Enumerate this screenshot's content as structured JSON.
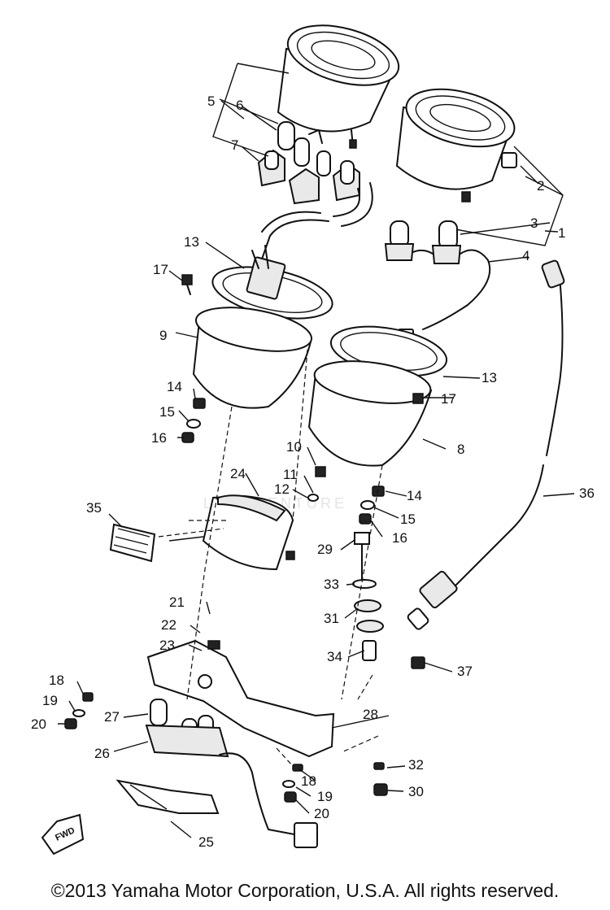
{
  "copyright": "©2013 Yamaha Motor Corporation, U.S.A. All rights reserved.",
  "watermark": "LEADVENTURE",
  "fwd_mark": "FWD",
  "callouts": [
    {
      "id": "c1",
      "text": "1"
    },
    {
      "id": "c2",
      "text": "2"
    },
    {
      "id": "c3",
      "text": "3"
    },
    {
      "id": "c4",
      "text": "4"
    },
    {
      "id": "c5",
      "text": "5"
    },
    {
      "id": "c6",
      "text": "6"
    },
    {
      "id": "c7",
      "text": "7"
    },
    {
      "id": "c8",
      "text": "8"
    },
    {
      "id": "c9",
      "text": "9"
    },
    {
      "id": "c10",
      "text": "10"
    },
    {
      "id": "c11",
      "text": "11"
    },
    {
      "id": "c12",
      "text": "12"
    },
    {
      "id": "c13a",
      "text": "13"
    },
    {
      "id": "c13b",
      "text": "13"
    },
    {
      "id": "c14a",
      "text": "14"
    },
    {
      "id": "c14b",
      "text": "14"
    },
    {
      "id": "c15a",
      "text": "15"
    },
    {
      "id": "c15b",
      "text": "15"
    },
    {
      "id": "c16a",
      "text": "16"
    },
    {
      "id": "c16b",
      "text": "16"
    },
    {
      "id": "c17a",
      "text": "17"
    },
    {
      "id": "c17b",
      "text": "17"
    },
    {
      "id": "c18a",
      "text": "18"
    },
    {
      "id": "c18b",
      "text": "18"
    },
    {
      "id": "c19a",
      "text": "19"
    },
    {
      "id": "c19b",
      "text": "19"
    },
    {
      "id": "c20a",
      "text": "20"
    },
    {
      "id": "c20b",
      "text": "20"
    },
    {
      "id": "c21",
      "text": "21"
    },
    {
      "id": "c22",
      "text": "22"
    },
    {
      "id": "c23",
      "text": "23"
    },
    {
      "id": "c24",
      "text": "24"
    },
    {
      "id": "c25",
      "text": "25"
    },
    {
      "id": "c26",
      "text": "26"
    },
    {
      "id": "c27",
      "text": "27"
    },
    {
      "id": "c28",
      "text": "28"
    },
    {
      "id": "c29",
      "text": "29"
    },
    {
      "id": "c30",
      "text": "30"
    },
    {
      "id": "c31",
      "text": "31"
    },
    {
      "id": "c32",
      "text": "32"
    },
    {
      "id": "c33",
      "text": "33"
    },
    {
      "id": "c34",
      "text": "34"
    },
    {
      "id": "c35",
      "text": "35"
    },
    {
      "id": "c36",
      "text": "36"
    },
    {
      "id": "c37",
      "text": "37"
    }
  ]
}
